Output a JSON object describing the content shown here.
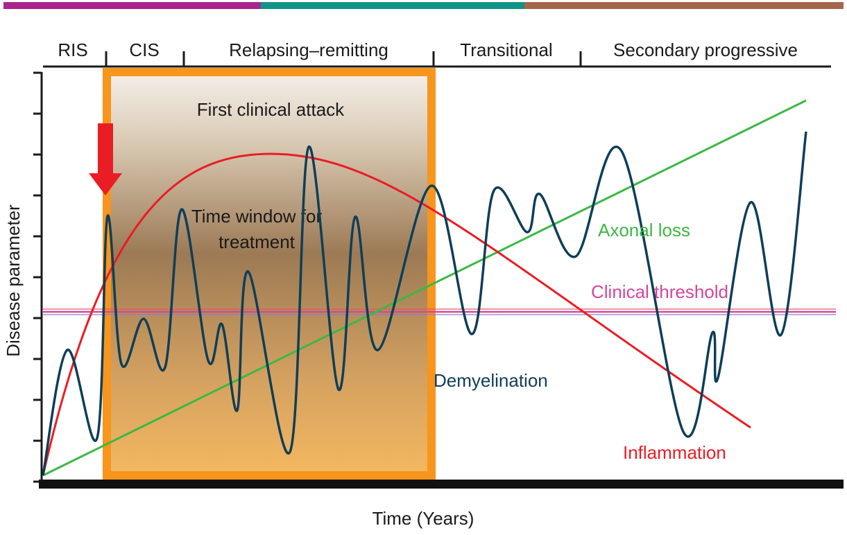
{
  "phase_colors": {
    "phase1": "#a8258e",
    "phase2": "#0f9486",
    "phase3": "#a4664a"
  },
  "phases": [
    "RIS",
    "CIS",
    "Relapsing–remitting",
    "Transitional",
    "Secondary progressive"
  ],
  "box": {
    "title": "First clinical attack",
    "window_line1": "Time window for",
    "window_line2": "treatment"
  },
  "axes": {
    "x_label": "Time (Years)",
    "y_label": "Disease parameter"
  },
  "curves": {
    "axonal_loss": {
      "label": "Axonal loss",
      "color": "#3cb843"
    },
    "threshold": {
      "label": "Clinical threshold",
      "color": "#d4479a"
    },
    "demyelination": {
      "label": "Demyelination",
      "color": "#0e3e58"
    },
    "inflammation": {
      "label": "Inflammation",
      "color": "#ea1c24"
    }
  }
}
